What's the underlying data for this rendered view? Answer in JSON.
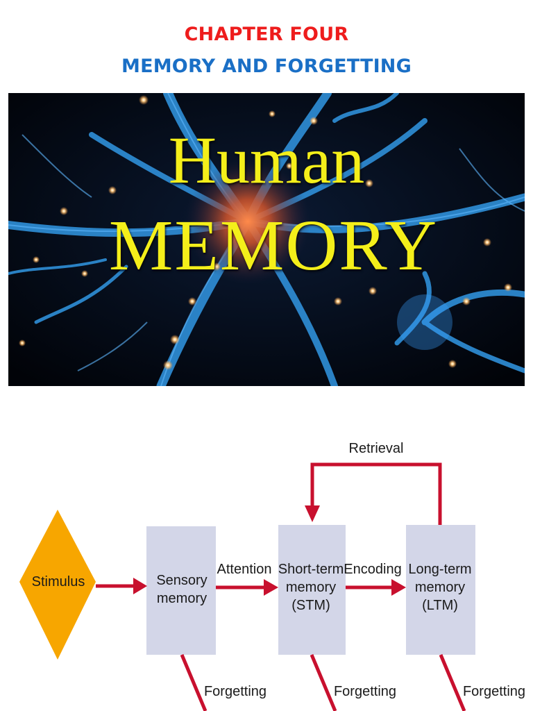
{
  "heading": {
    "line1": "CHAPTER FOUR",
    "line2": "MEMORY AND FORGETTING"
  },
  "banner": {
    "word1": "Human",
    "word2": "MEMORY"
  },
  "diagram": {
    "stimulus": "Stimulus",
    "sensory": [
      "Sensory",
      "memory"
    ],
    "stm": [
      "Short-term",
      "memory",
      "(STM)"
    ],
    "ltm": [
      "Long-term",
      "memory",
      "(LTM)"
    ],
    "attention": "Attention",
    "encoding": "Encoding",
    "retrieval": "Retrieval",
    "forgetting": "Forgetting"
  },
  "colors": {
    "heading_line1": "#ee1c1c",
    "heading_line2": "#1a6fc6",
    "arrow": "#c8102e",
    "stage_box": "#d3d6e8",
    "stimulus_diamond": "#f7a600",
    "banner_text": "#f4ef1a"
  }
}
